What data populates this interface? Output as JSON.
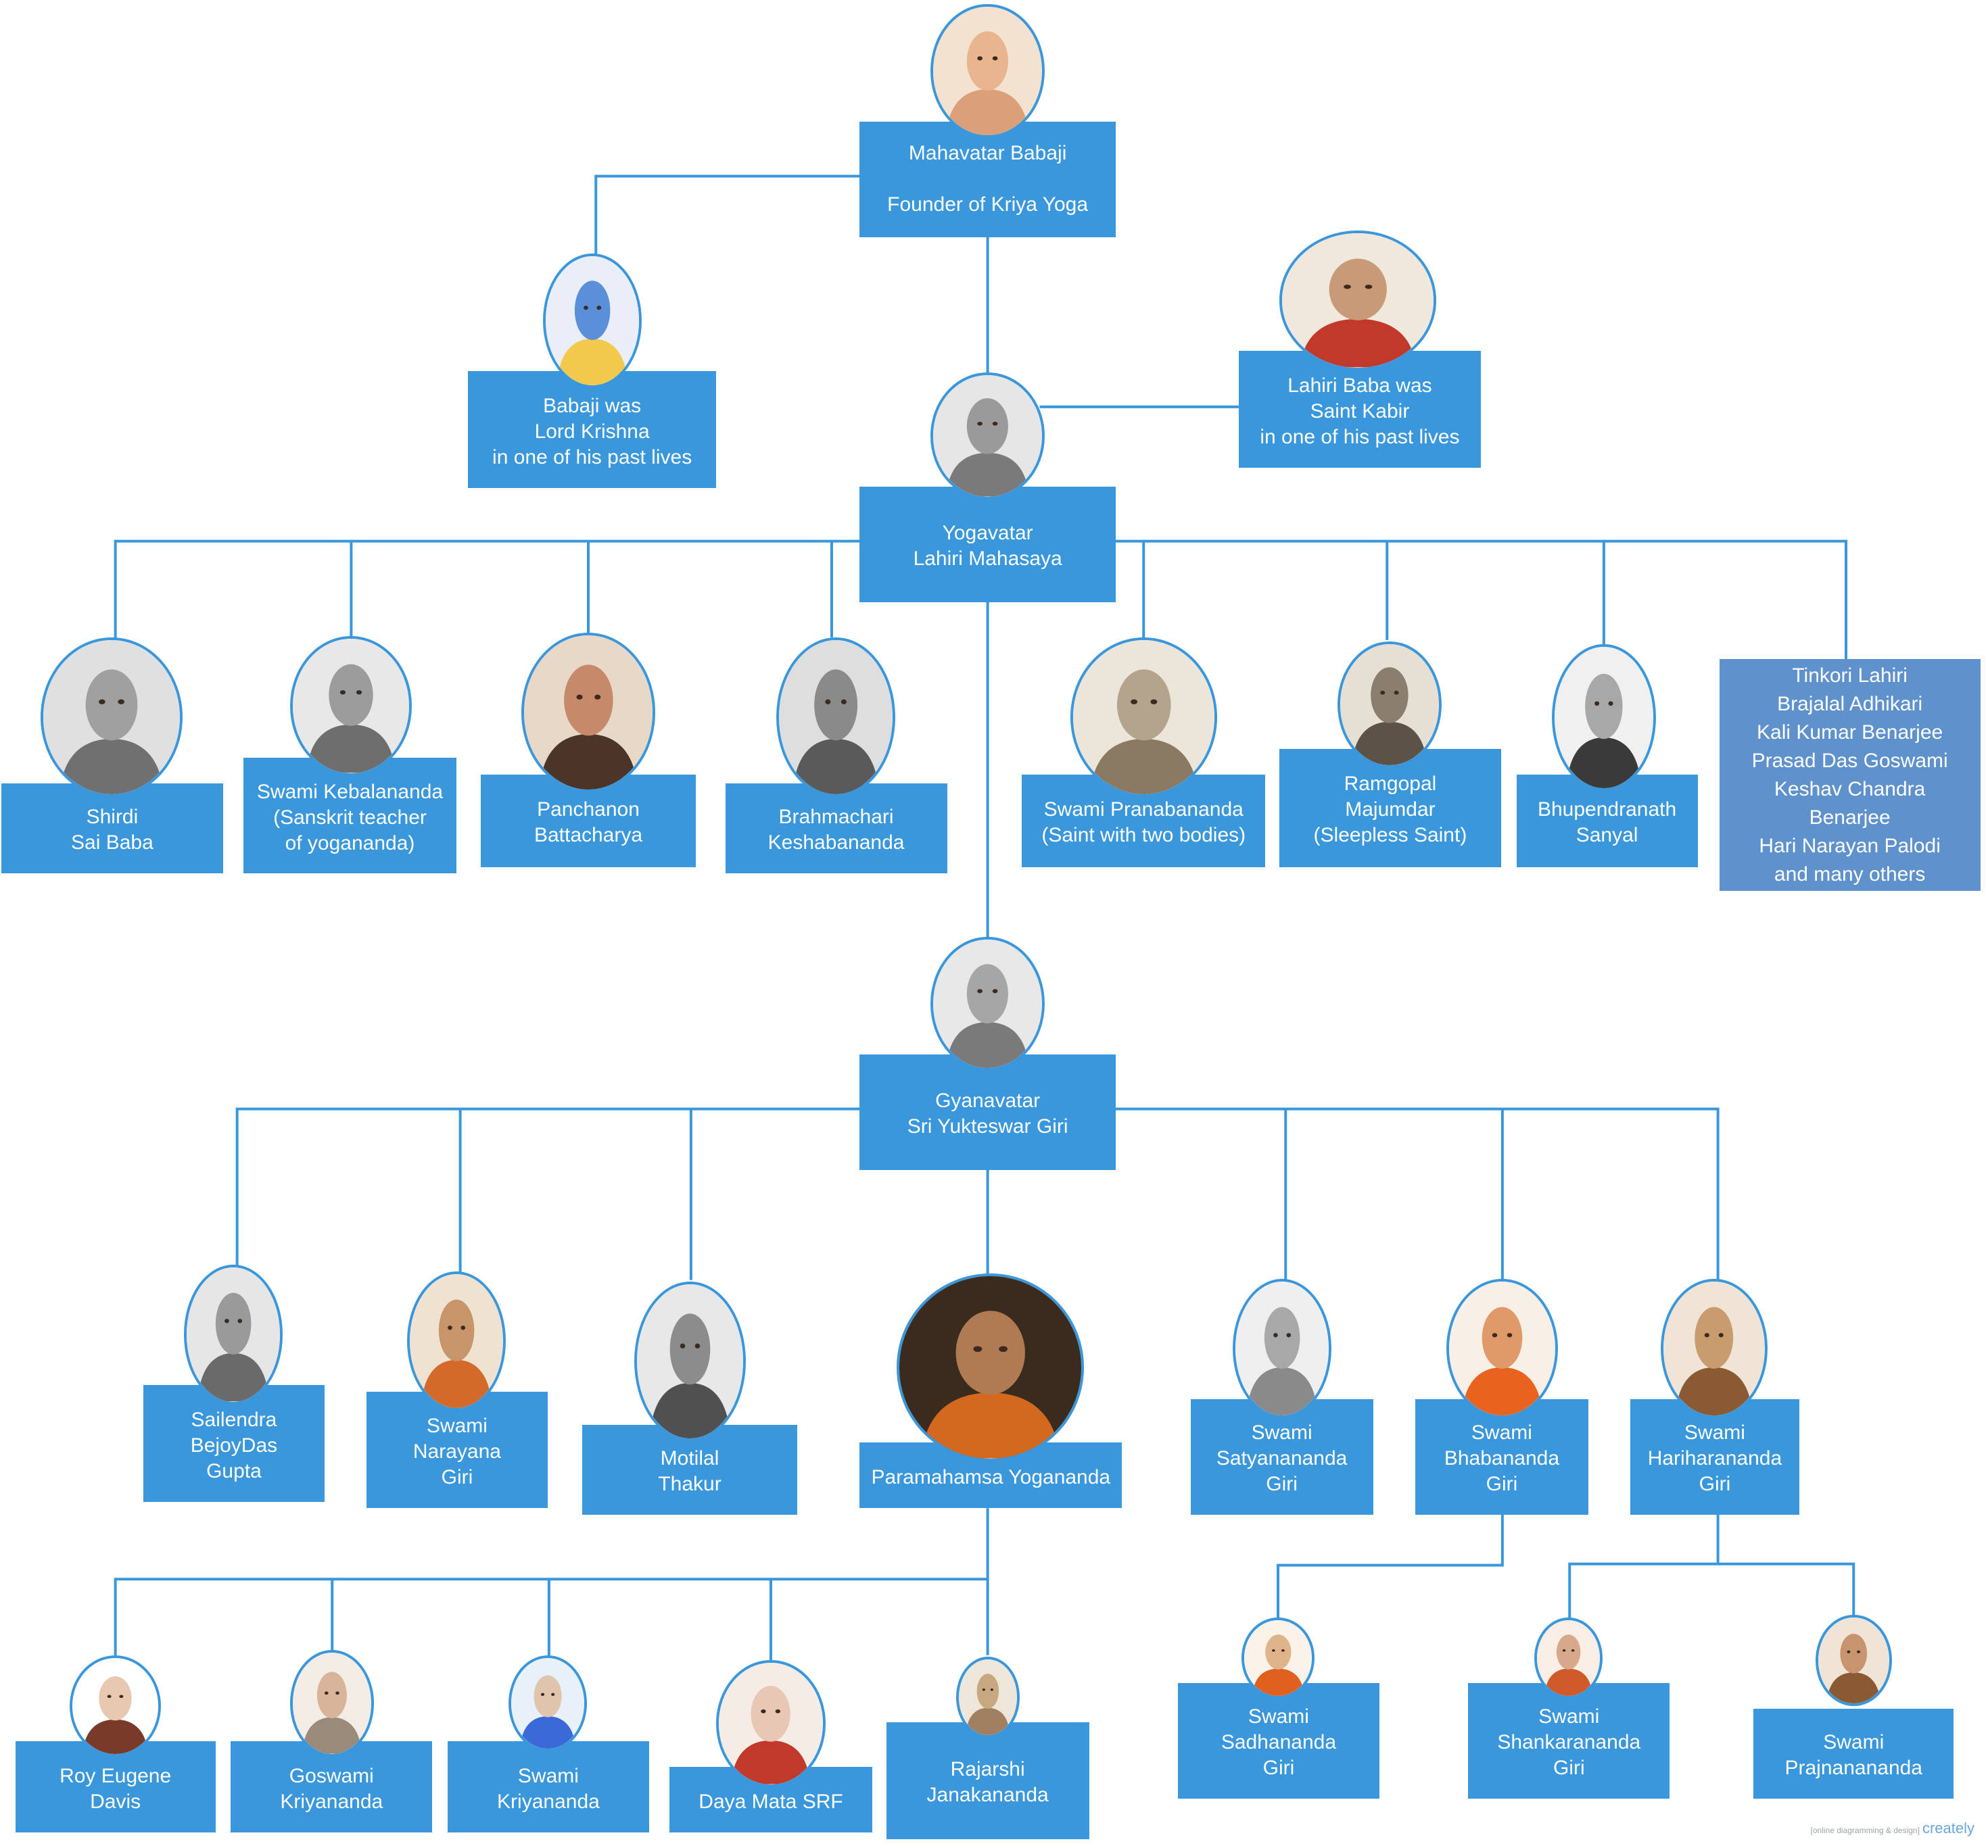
{
  "nodes": {
    "babaji": {
      "lines": [
        "Mahavatar Babaji",
        "",
        "Founder of Kriya Yoga"
      ]
    },
    "krishna": {
      "lines": [
        "Babaji was",
        "Lord Krishna",
        "in one of his past lives"
      ]
    },
    "kabir": {
      "lines": [
        "Lahiri Baba was",
        "Saint Kabir",
        "in one of his past lives"
      ]
    },
    "lahiri": {
      "lines": [
        "Yogavatar",
        "Lahiri Mahasaya"
      ]
    },
    "shirdi": {
      "lines": [
        "Shirdi",
        "Sai Baba"
      ]
    },
    "kebalananda": {
      "lines": [
        "Swami Kebalananda",
        "(Sanskrit teacher",
        "of yogananda)"
      ]
    },
    "panchanon": {
      "lines": [
        "Panchanon",
        "Battacharya"
      ]
    },
    "keshabananda": {
      "lines": [
        "Brahmachari",
        "Keshabananda"
      ]
    },
    "pranabananda": {
      "lines": [
        "Swami Pranabananda",
        "(Saint with two bodies)"
      ]
    },
    "ramgopal": {
      "lines": [
        "Ramgopal",
        "Majumdar",
        "(Sleepless Saint)"
      ]
    },
    "bhupendranath": {
      "lines": [
        "Bhupendranath",
        "Sanyal"
      ]
    },
    "others": {
      "lines": [
        "Tinkori Lahiri",
        "Brajalal Adhikari",
        "Kali Kumar Benarjee",
        "Prasad Das Goswami",
        "Keshav Chandra",
        "Benarjee",
        "Hari Narayan Palodi",
        "and many others"
      ]
    },
    "yukteswar": {
      "lines": [
        "Gyanavatar",
        "Sri Yukteswar Giri"
      ]
    },
    "sailendra": {
      "lines": [
        "Sailendra",
        "BejoyDas",
        "Gupta"
      ]
    },
    "narayana": {
      "lines": [
        "Swami",
        "Narayana",
        "Giri"
      ]
    },
    "motilal": {
      "lines": [
        "Motilal",
        "Thakur"
      ]
    },
    "yogananda": {
      "lines": [
        "Paramahamsa Yogananda"
      ]
    },
    "satyananda": {
      "lines": [
        "Swami",
        "Satyanananda",
        "Giri"
      ]
    },
    "bhabananda": {
      "lines": [
        "Swami",
        "Bhabananda",
        "Giri"
      ]
    },
    "hariharananda": {
      "lines": [
        "Swami",
        "Hariharananda",
        "Giri"
      ]
    },
    "roy": {
      "lines": [
        "Roy Eugene",
        "Davis"
      ]
    },
    "goswami": {
      "lines": [
        "Goswami",
        "Kriyananda"
      ]
    },
    "kriyananda": {
      "lines": [
        "Swami",
        "Kriyananda"
      ]
    },
    "dayamata": {
      "lines": [
        "Daya Mata SRF"
      ]
    },
    "janakananda": {
      "lines": [
        "Rajarshi",
        "Janakananda"
      ]
    },
    "sadhananda": {
      "lines": [
        "Swami",
        "Sadhananda",
        "Giri"
      ]
    },
    "shankarananda": {
      "lines": [
        "Swami",
        "Shankarananda",
        "Giri"
      ]
    },
    "prajnanananda": {
      "lines": [
        "Swami",
        "Prajnanananda"
      ]
    }
  },
  "watermark": {
    "small": "[online diagramming & design]",
    "logo": "creately"
  },
  "colors": {
    "box": "#3a97dc",
    "box_alt": "#5f92cc",
    "line": "#3a97dc",
    "text": "#ffffff"
  }
}
